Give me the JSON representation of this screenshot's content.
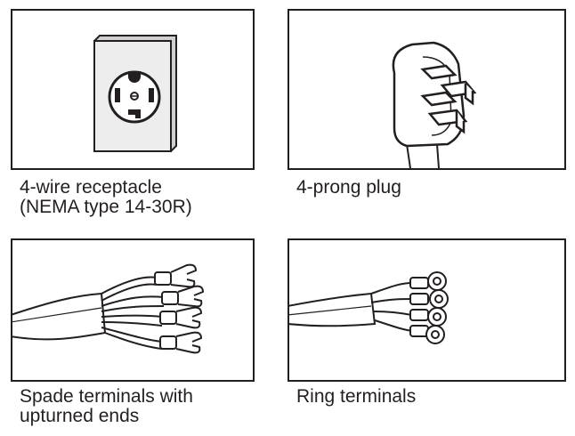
{
  "panels": [
    {
      "icon": "receptacle-icon",
      "caption_lines": [
        "4-wire receptacle",
        "(NEMA type 14-30R)"
      ]
    },
    {
      "icon": "plug-icon",
      "caption_lines": [
        "4-prong plug"
      ]
    },
    {
      "icon": "spade-terminals-icon",
      "caption_lines": [
        "Spade terminals with",
        "upturned ends"
      ]
    },
    {
      "icon": "ring-terminals-icon",
      "caption_lines": [
        "Ring terminals"
      ]
    }
  ],
  "colors": {
    "ink": "#231f20",
    "fill": "#ffffff",
    "shade": "#d9d9d9"
  }
}
